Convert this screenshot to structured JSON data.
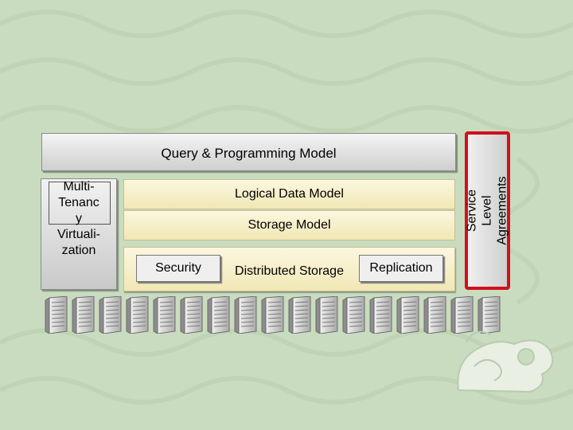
{
  "diagram": {
    "query_layer": "Query & Programming Model",
    "multi_tenancy": "Multi-\nTenanc\ny\nVirtuali-\nzation",
    "logical_model": "Logical Data Model",
    "storage_model": "Storage Model",
    "distributed_storage": "Distributed Storage",
    "security": "Security",
    "replication": "Replication",
    "sla": "Service Level\nAgreements",
    "server_count": 17,
    "server_icon": "server-tower-icon",
    "decor_icon": "dragon-ornament-icon"
  },
  "colors": {
    "background": "#c9dcbf",
    "sla_border": "#d0101e",
    "layer_fill": "#f4eec8"
  }
}
